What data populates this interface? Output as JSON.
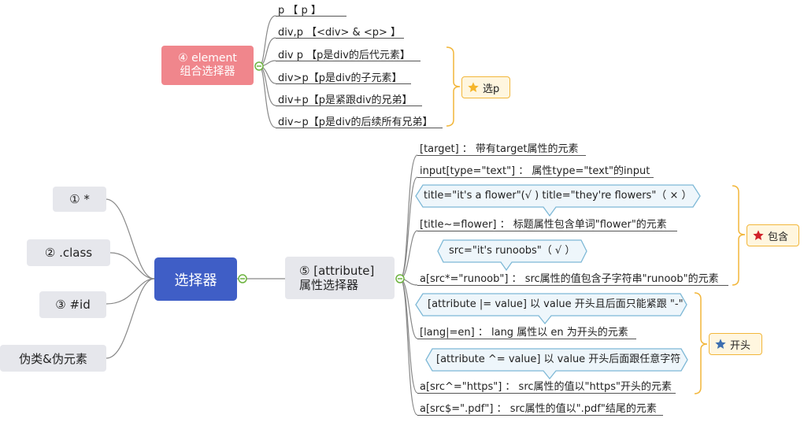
{
  "root": {
    "label": "选择器"
  },
  "left_nodes": [
    "① *",
    "② .class",
    "③ #id",
    "伪类&伪元素"
  ],
  "element_node": {
    "line1": "④ element",
    "line2": "组合选择器"
  },
  "element_items": [
    "p      【 p 】",
    "div,p 【<div> & <p> 】",
    "div p 【p是div的后代元素】",
    "div>p【p是div的子元素】",
    "div+p【p是紧跟div的兄弟】",
    "div~p【p是div的后续所有兄弟】"
  ],
  "element_badge": {
    "label": "选p",
    "icon": "star-icon",
    "color": "#f5b52a"
  },
  "attr_node": {
    "line1": "⑤ [attribute]",
    "line2": "属性选择器"
  },
  "attr_items": [
    "[target] ： 带有target属性的元素",
    "input[type=\"text\"] ： 属性type=\"text\"的input",
    "[title~=flower]  ： 标题属性包含单词\"flower\"的元素",
    "a[src*=\"runoob\"] ： src属性的值包含子字符串\"runoob\"的元素",
    "[lang|=en] ： lang 属性以 en 为开头的元素",
    "a[src^=\"https\"] ： src属性的值以\"https\"开头的元素",
    "a[src$=\".pdf\"] ： src属性的值以\".pdf\"结尾的元素"
  ],
  "callouts": [
    "title=\"it's a flower\"(√ )    title=\"they're flowers\"（ × ）",
    "src=\"it's runoobs\"（ √ ）",
    "[attribute |= value] 以 value 开头且后面只能紧跟 \"-\"",
    "[attribute ^= value] 以 value 开头后面跟任意字符"
  ],
  "badge_contains": {
    "label": "包含",
    "icon": "star-icon",
    "color": "#d0222a"
  },
  "badge_starts": {
    "label": "开头",
    "icon": "star-icon",
    "color": "#3d6fb0"
  },
  "colors": {
    "root": "#3f5ec6",
    "element": "#f0868c",
    "callout_border": "#7db8d6",
    "callout_fill": "#eef6fb",
    "badge_border": "#f2b63a",
    "collapse": "#6db33f"
  }
}
